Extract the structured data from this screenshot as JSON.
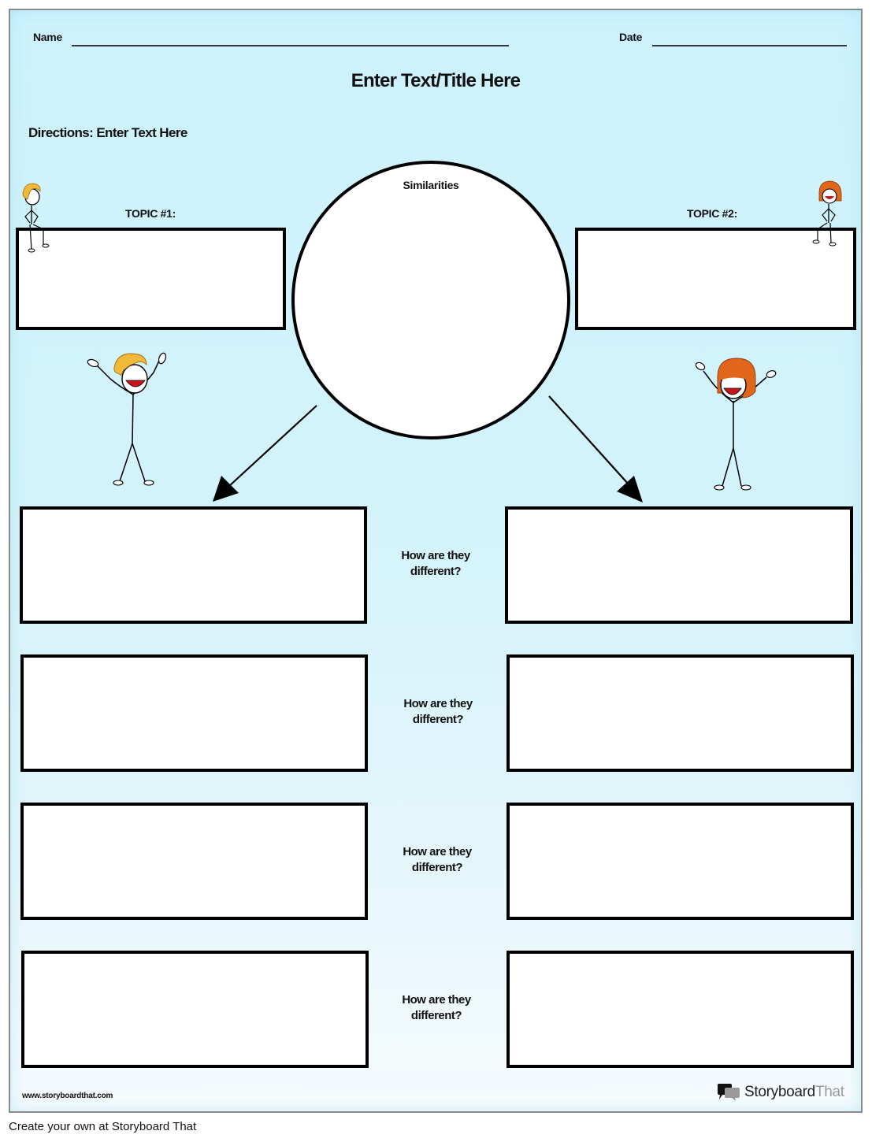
{
  "worksheet": {
    "name_label": "Name",
    "date_label": "Date",
    "title": "Enter Text/Title Here",
    "directions": "Directions: Enter Text Here"
  },
  "topics": [
    {
      "label": "TOPIC #1:",
      "character": "blonde-boy-stick-figure"
    },
    {
      "label": "TOPIC #2:",
      "character": "redhead-girl-stick-figure"
    }
  ],
  "similarities": {
    "label": "Similarities"
  },
  "differences": {
    "rows": [
      {
        "prompt_line1": "How are they",
        "prompt_line2": "different?"
      },
      {
        "prompt_line1": "How are they",
        "prompt_line2": "different?"
      },
      {
        "prompt_line1": "How are they",
        "prompt_line2": "different?"
      },
      {
        "prompt_line1": "How are they",
        "prompt_line2": "different?"
      }
    ]
  },
  "footer": {
    "url": "www.storyboardthat.com",
    "brand_primary": "Storyboard",
    "brand_secondary": "That",
    "create_own": "Create your own at Storyboard That"
  },
  "colors": {
    "background_top": "#cdf2fd",
    "background_bottom": "#f6fbfd",
    "border": "#000000",
    "hair_blonde": "#f0b93a",
    "hair_red": "#e0661c",
    "mouth": "#c8151b"
  }
}
